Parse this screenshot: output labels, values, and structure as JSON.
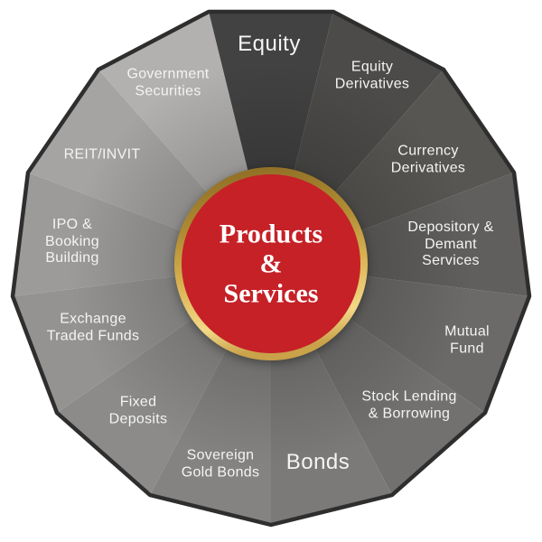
{
  "diagram": {
    "type": "wheel-infographic",
    "outline_color": "#2e2e2e",
    "label_color": "#f4f4f4",
    "center": {
      "title": "Products\n&\nServices",
      "circle_color": "#c52127",
      "title_color": "#ffffff",
      "ring_gradient": [
        "#8a6a24",
        "#b08c33",
        "#d9b253",
        "#f3d987",
        "#c9a24a"
      ]
    },
    "segments": [
      {
        "label": "Equity",
        "color": "#424242"
      },
      {
        "label": "Equity\nDerivatives",
        "color": "#4c4b49"
      },
      {
        "label": "Currency\nDerivatives",
        "color": "#575653"
      },
      {
        "label": "Depository &\nDemant Services",
        "color": "#605f5d"
      },
      {
        "label": "Mutual\nFund",
        "color": "#6b6a68"
      },
      {
        "label": "Stock Lending\n& Borrowing",
        "color": "#727170"
      },
      {
        "label": "Bonds",
        "color": "#7b7a79"
      },
      {
        "label": "Sovereign\nGold Bonds",
        "color": "#848381"
      },
      {
        "label": "Fixed\nDeposits",
        "color": "#8c8b89"
      },
      {
        "label": "Exchange\nTraded Funds",
        "color": "#949391"
      },
      {
        "label": "IPO &\nBooking\nBuilding",
        "color": "#9c9b99"
      },
      {
        "label": "REIT/INVIT",
        "color": "#a5a4a2"
      },
      {
        "label": "Government\nSecurities",
        "color": "#b2b1af"
      }
    ]
  }
}
